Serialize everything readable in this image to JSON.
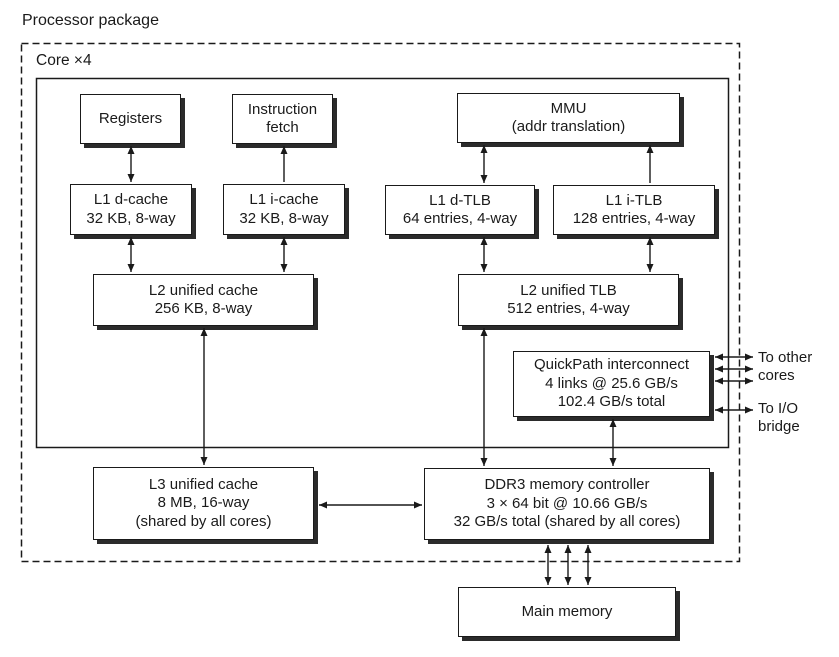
{
  "diagram": {
    "title": "Processor package",
    "core_label": "Core ×4",
    "boxes": {
      "registers": {
        "lines": [
          "Registers"
        ]
      },
      "instruction_fetch": {
        "lines": [
          "Instruction",
          "fetch"
        ]
      },
      "mmu": {
        "lines": [
          "MMU",
          "(addr translation)"
        ]
      },
      "l1_dcache": {
        "lines": [
          "L1 d-cache",
          "32 KB, 8-way"
        ]
      },
      "l1_icache": {
        "lines": [
          "L1 i-cache",
          "32 KB, 8-way"
        ]
      },
      "l1_dtlb": {
        "lines": [
          "L1 d-TLB",
          "64 entries, 4-way"
        ]
      },
      "l1_itlb": {
        "lines": [
          "L1 i-TLB",
          "128 entries, 4-way"
        ]
      },
      "l2_cache": {
        "lines": [
          "L2 unified cache",
          "256 KB, 8-way"
        ]
      },
      "l2_tlb": {
        "lines": [
          "L2 unified TLB",
          "512 entries, 4-way"
        ]
      },
      "quickpath": {
        "lines": [
          "QuickPath interconnect",
          "4 links @ 25.6 GB/s",
          "102.4 GB/s total"
        ]
      },
      "l3_cache": {
        "lines": [
          "L3 unified cache",
          "8 MB, 16-way",
          "(shared by all cores)"
        ]
      },
      "ddr3_controller": {
        "lines": [
          "DDR3 memory controller",
          "3 × 64 bit @ 10.66 GB/s",
          "32 GB/s total (shared by all cores)"
        ]
      },
      "main_memory": {
        "lines": [
          "Main memory"
        ]
      }
    },
    "annotations": {
      "to_other_cores": {
        "lines": [
          "To other",
          "cores"
        ]
      },
      "to_io_bridge": {
        "lines": [
          "To I/O",
          "bridge"
        ]
      }
    },
    "colors": {
      "ink": "#1a1a1a",
      "shadow": "#2b2b2b",
      "background": "#ffffff"
    }
  }
}
